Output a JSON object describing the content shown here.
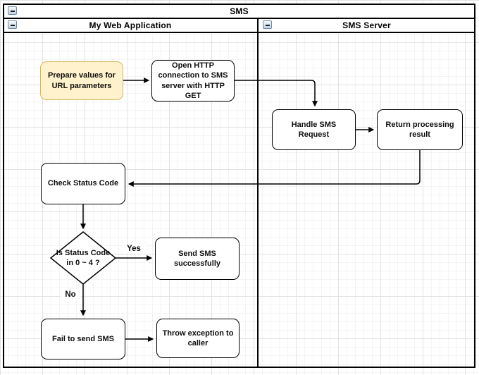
{
  "pool": {
    "title": "SMS"
  },
  "lanes": [
    {
      "title": "My Web Application"
    },
    {
      "title": "SMS Server"
    }
  ],
  "nodes": {
    "prepare": {
      "label": "Prepare values for\nURL parameters",
      "fill": "#FFF2CC",
      "stroke": "#D6B656"
    },
    "open_http": {
      "label": "Open HTTP\nconnection to SMS\nserver with HTTP\nGET",
      "fill": "#FFFFFF",
      "stroke": "#000000"
    },
    "handle_sms": {
      "label": "Handle SMS\nRequest",
      "fill": "#FFFFFF",
      "stroke": "#000000"
    },
    "return_result": {
      "label": "Return processing\nresult",
      "fill": "#FFFFFF",
      "stroke": "#000000"
    },
    "check_status": {
      "label": "Check Status Code",
      "fill": "#FFFFFF",
      "stroke": "#000000"
    },
    "decision": {
      "label": "Is Status Code\nin 0 ~ 4 ?",
      "fill": "#FFFFFF",
      "stroke": "#000000"
    },
    "send_success": {
      "label": "Send SMS\nsuccessfully",
      "fill": "#FFFFFF",
      "stroke": "#000000"
    },
    "fail_send": {
      "label": "Fail to send SMS",
      "fill": "#FFFFFF",
      "stroke": "#000000"
    },
    "throw_exception": {
      "label": "Throw exception to\ncaller",
      "fill": "#FFFFFF",
      "stroke": "#000000"
    }
  },
  "edge_labels": {
    "yes": "Yes",
    "no": "No"
  },
  "edges": [
    {
      "from": "prepare",
      "to": "open_http"
    },
    {
      "from": "open_http",
      "to": "handle_sms"
    },
    {
      "from": "handle_sms",
      "to": "return_result"
    },
    {
      "from": "return_result",
      "to": "check_status"
    },
    {
      "from": "check_status",
      "to": "decision"
    },
    {
      "from": "decision",
      "to": "send_success",
      "label": "Yes"
    },
    {
      "from": "decision",
      "to": "fail_send",
      "label": "No"
    },
    {
      "from": "fail_send",
      "to": "throw_exception"
    }
  ],
  "icons": {
    "collapse": "collapse-minus-icon"
  },
  "colors": {
    "node_stroke": "#000000",
    "highlight_fill": "#FFF2CC",
    "highlight_stroke": "#D6B656",
    "pool_border": "#000000",
    "grid_minor": "#F4F4F4",
    "grid_major": "#E2E2E2",
    "background": "#FFFFFF"
  }
}
